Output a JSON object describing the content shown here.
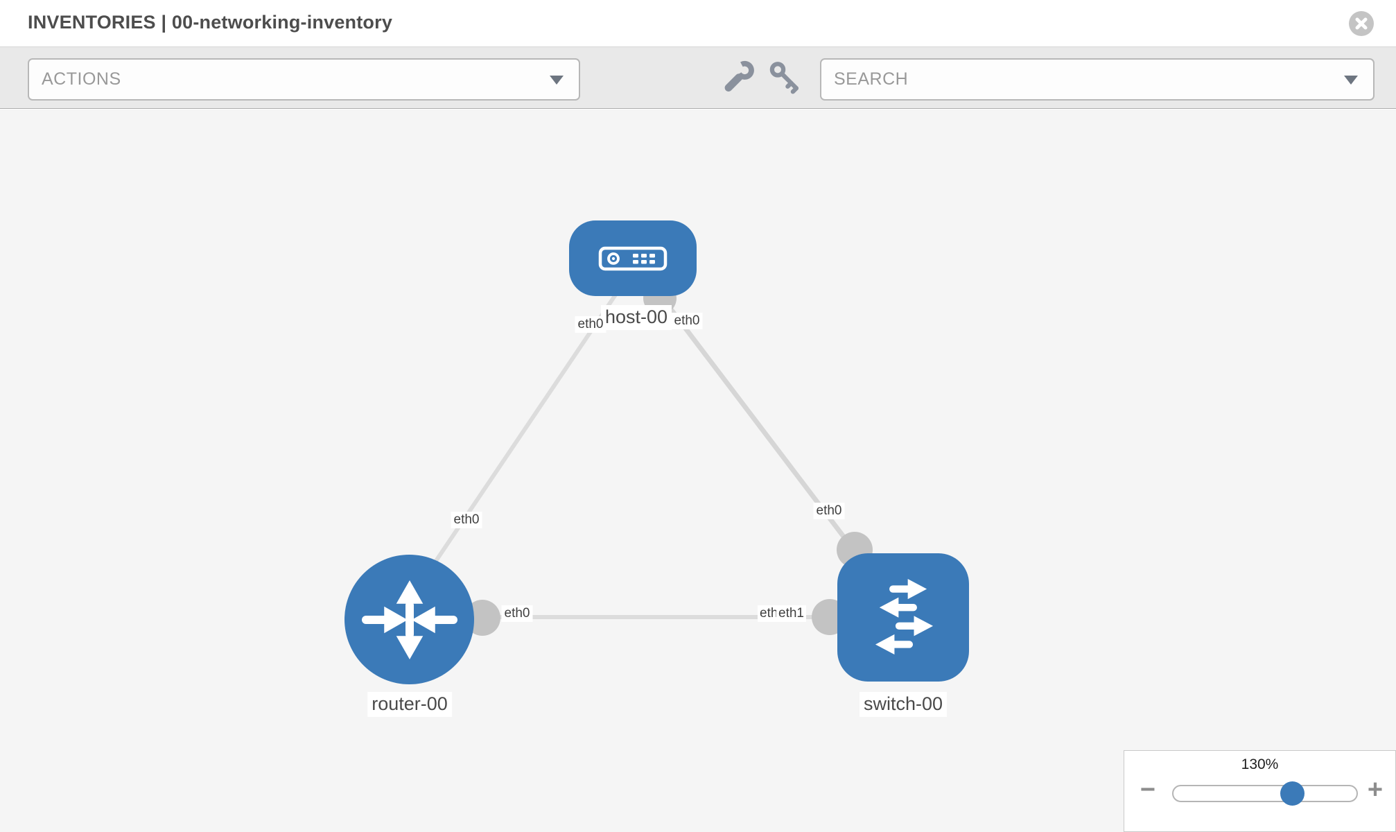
{
  "header": {
    "title": "INVENTORIES | 00-networking-inventory"
  },
  "toolbar": {
    "actions_label": "ACTIONS",
    "search_placeholder": "SEARCH"
  },
  "graph": {
    "nodes": [
      {
        "id": "host-00",
        "type": "host",
        "label": "host-00"
      },
      {
        "id": "router-00",
        "type": "router",
        "label": "router-00"
      },
      {
        "id": "switch-00",
        "type": "switch",
        "label": "switch-00"
      }
    ],
    "links": [
      {
        "source": "host-00",
        "target": "router-00",
        "source_interface": "eth0",
        "target_interface": "eth0"
      },
      {
        "source": "host-00",
        "target": "switch-00",
        "source_interface": "eth0",
        "target_interface": "eth0"
      },
      {
        "source": "router-00",
        "target": "switch-00",
        "source_interface": "eth0",
        "target_interface": "eth1",
        "target_interface_overlapped": "eth1"
      }
    ]
  },
  "zoom": {
    "level": "130%",
    "minus": "−",
    "plus": "+"
  },
  "colors": {
    "node_blue": "#3b7ab8",
    "link_gray": "#dcdcdc",
    "port_gray": "#c3c3c3",
    "canvas_bg": "#f5f5f5",
    "toolbar_bg": "#e9e9e9"
  }
}
